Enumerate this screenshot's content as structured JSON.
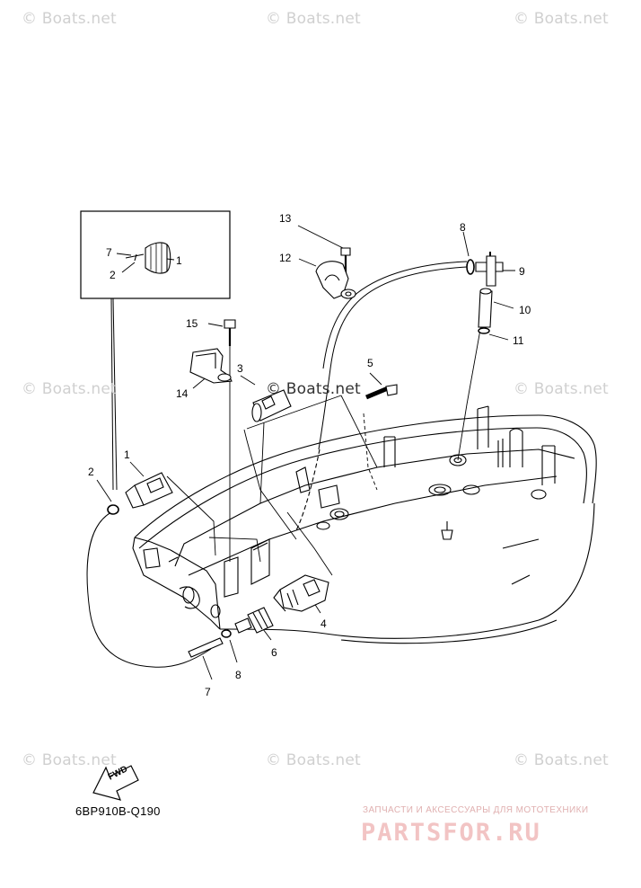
{
  "watermark": "© Boats.net",
  "callouts": {
    "inset": {
      "n7": "7",
      "n1": "1",
      "n2": "2"
    },
    "main": {
      "n13": "13",
      "n12": "12",
      "n8a": "8",
      "n9": "9",
      "n10": "10",
      "n11": "11",
      "n15": "15",
      "n14": "14",
      "n3": "3",
      "n5": "5",
      "n1": "1",
      "n2": "2",
      "n4": "4",
      "n6": "6",
      "n8b": "8",
      "n7": "7"
    }
  },
  "fwd_label": "FWD",
  "diagram_code": "6BP910B-Q190",
  "shop": {
    "tagline": "ЗАПЧАСТИ И АКСЕССУАРЫ ДЛЯ МОТОТЕХНИКИ",
    "logo": "PARTSFOR.RU"
  }
}
